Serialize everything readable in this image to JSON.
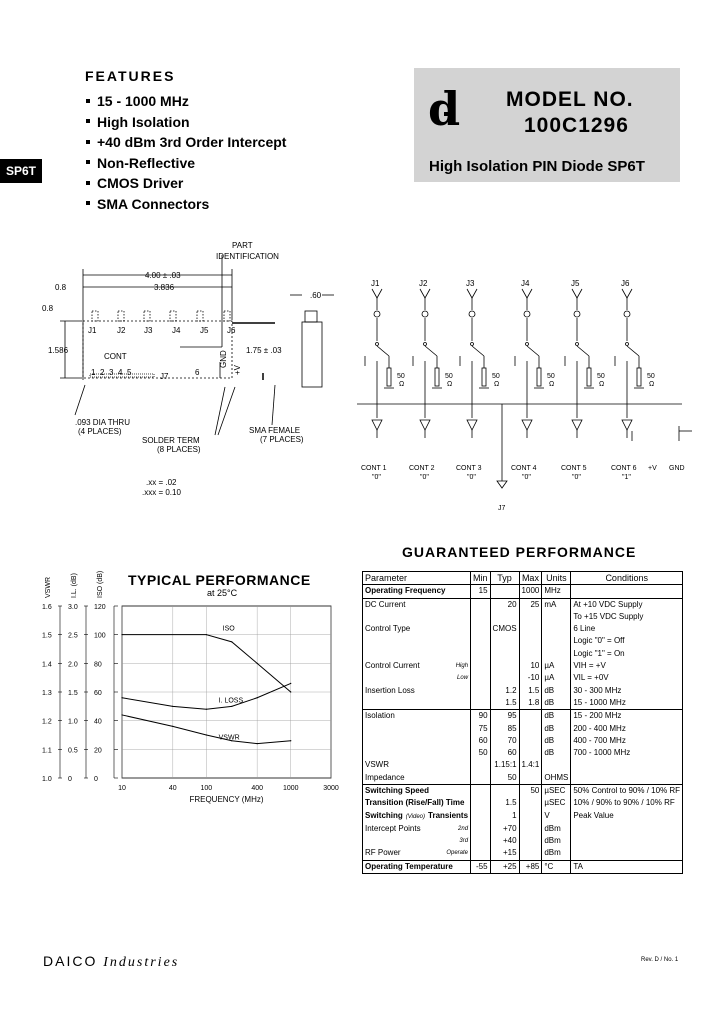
{
  "features": {
    "title": "FEATURES",
    "items": [
      "15 - 1000 MHz",
      "High Isolation",
      "+40 dBm 3rd Order Intercept",
      "Non-Reflective",
      "CMOS Driver",
      "SMA Connectors"
    ]
  },
  "side_tab": "SP6T",
  "model": {
    "logo": "d",
    "label": "MODEL NO.",
    "number": "100C1296",
    "description": "High Isolation PIN Diode SP6T"
  },
  "outline": {
    "dim_width": "4.00 ± .03",
    "dim_inner": "3.836",
    "dim_08": "0.8",
    "dim_08b": "0.8",
    "dim_1586": "1.586",
    "dim_175": "1.75 ± .03",
    "dim_60": ".60",
    "part_id": [
      "PART",
      "IDENTIFICATION"
    ],
    "ports": [
      "J1",
      "J2",
      "J3",
      "J4",
      "J5",
      "J6"
    ],
    "cont": "CONT",
    "cont_nums": [
      "1",
      "2",
      "3",
      "4",
      "5",
      "6"
    ],
    "j7": "J7",
    "gnd": "GND",
    "plusv": "+V",
    "dia_thru": [
      ".093 DIA THRU",
      "(4 PLACES)"
    ],
    "solder_term": [
      "SOLDER TERM",
      "(8 PLACES)"
    ],
    "sma_female": [
      "SMA FEMALE",
      "(7 PLACES)"
    ],
    "tol1": ".xx = .02",
    "tol2": ".xxx = 0.10"
  },
  "schematic": {
    "ports": [
      "J1",
      "J2",
      "J3",
      "J4",
      "J5",
      "J6"
    ],
    "res": "50",
    "ohm": "Ω",
    "conts": [
      {
        "label": "CONT 1",
        "val": "\"0\""
      },
      {
        "label": "CONT 2",
        "val": "\"0\""
      },
      {
        "label": "CONT 3",
        "val": "\"0\""
      },
      {
        "label": "CONT 4",
        "val": "\"0\""
      },
      {
        "label": "CONT 5",
        "val": "\"0\""
      },
      {
        "label": "CONT 6",
        "val": "\"1\""
      }
    ],
    "plusv": "+V",
    "gnd": "GND",
    "j7": "J7"
  },
  "chart_data": {
    "type": "line",
    "title": "TYPICAL PERFORMANCE",
    "subtitle": "at 25°C",
    "xlabel": "FREQUENCY (MHz)",
    "x_ticks": [
      "10",
      "40",
      "100",
      "400",
      "1000",
      "3000"
    ],
    "axis_names": [
      "VSWR",
      "I.L. (dB)",
      "ISO (dB)"
    ],
    "vswr_ticks": [
      "1.6",
      "1.5",
      "1.4",
      "1.3",
      "1.2",
      "1.1",
      "1.0"
    ],
    "il_ticks": [
      "3.0",
      "2.5",
      "2.0",
      "1.5",
      "1.0",
      "0.5",
      "0"
    ],
    "iso_ticks": [
      "120",
      "100",
      "80",
      "60",
      "40",
      "20",
      "0"
    ],
    "series": [
      {
        "name": "ISO",
        "x": [
          10,
          100,
          200,
          400,
          1000
        ],
        "y": [
          100,
          100,
          95,
          80,
          60
        ]
      },
      {
        "name": "I. LOSS",
        "x": [
          10,
          40,
          100,
          200,
          400,
          1000
        ],
        "y": [
          1.4,
          1.25,
          1.2,
          1.25,
          1.4,
          1.65
        ]
      },
      {
        "name": "VSWR",
        "x": [
          10,
          40,
          100,
          200,
          400,
          1000
        ],
        "y": [
          1.22,
          1.18,
          1.15,
          1.13,
          1.12,
          1.13
        ]
      }
    ],
    "grid": true
  },
  "guaranteed": {
    "title": "GUARANTEED PERFORMANCE",
    "headers": [
      "Parameter",
      "Min",
      "Typ",
      "Max",
      "Units",
      "Conditions"
    ],
    "rows": [
      {
        "sep": true,
        "bold": true,
        "p": "Operating Frequency",
        "q": "",
        "min": "15",
        "typ": "",
        "max": "1000",
        "u": "MHz",
        "c": ""
      },
      {
        "sep": true,
        "p": "DC Current",
        "q": "",
        "min": "",
        "typ": "20",
        "max": "25",
        "u": "mA",
        "c": "At +10 VDC Supply"
      },
      {
        "p": "",
        "q": "",
        "min": "",
        "typ": "",
        "max": "",
        "u": "",
        "c": "To +15 VDC Supply"
      },
      {
        "p": "Control Type",
        "q": "",
        "min": "",
        "typ": "CMOS",
        "max": "",
        "u": "",
        "c": "6 Line"
      },
      {
        "p": "",
        "q": "",
        "min": "",
        "typ": "",
        "max": "",
        "u": "",
        "c": "Logic \"0\" = Off"
      },
      {
        "p": "",
        "q": "",
        "min": "",
        "typ": "",
        "max": "",
        "u": "",
        "c": "Logic \"1\" = On"
      },
      {
        "p": "Control Current",
        "q": "High",
        "min": "",
        "typ": "",
        "max": "10",
        "u": "µA",
        "c": "VIH = +V"
      },
      {
        "p": "",
        "q": "Low",
        "min": "",
        "typ": "",
        "max": "-10",
        "u": "µA",
        "c": "VIL = +0V"
      },
      {
        "p": "Insertion Loss",
        "q": "",
        "min": "",
        "typ": "1.2",
        "max": "1.5",
        "u": "dB",
        "c": "30 - 300 MHz"
      },
      {
        "p": "",
        "q": "",
        "min": "",
        "typ": "1.5",
        "max": "1.8",
        "u": "dB",
        "c": "15 - 1000 MHz"
      },
      {
        "sep": true,
        "p": "Isolation",
        "q": "",
        "min": "90",
        "typ": "95",
        "max": "",
        "u": "dB",
        "c": "15 - 200 MHz"
      },
      {
        "p": "",
        "q": "",
        "min": "75",
        "typ": "85",
        "max": "",
        "u": "dB",
        "c": "200 - 400 MHz"
      },
      {
        "p": "",
        "q": "",
        "min": "60",
        "typ": "70",
        "max": "",
        "u": "dB",
        "c": "400 - 700 MHz"
      },
      {
        "p": "",
        "q": "",
        "min": "50",
        "typ": "60",
        "max": "",
        "u": "dB",
        "c": "700 - 1000 MHz"
      },
      {
        "p": "VSWR",
        "q": "",
        "min": "",
        "typ": "1.15:1",
        "max": "1.4:1",
        "u": "",
        "c": ""
      },
      {
        "p": "Impedance",
        "q": "",
        "min": "",
        "typ": "50",
        "max": "",
        "u": "OHMS",
        "c": ""
      },
      {
        "sep": true,
        "bold": true,
        "p": "Switching Speed",
        "q": "",
        "min": "",
        "typ": "",
        "max": "50",
        "u": "µSEC",
        "c": "50% Control to 90% / 10% RF"
      },
      {
        "bold": true,
        "p": "Transition (Rise/Fall) Time",
        "q": "",
        "min": "",
        "typ": "1.5",
        "max": "",
        "u": "µSEC",
        "c": "10% / 90% to 90% / 10% RF"
      },
      {
        "bold": true,
        "p": "Switching",
        "q": "(Video)",
        "p2": "Transients",
        "min": "",
        "typ": "1",
        "max": "",
        "u": "V",
        "c": "Peak Value"
      },
      {
        "p": "Intercept Points",
        "q": "2nd",
        "min": "",
        "typ": "+70",
        "max": "",
        "u": "dBm",
        "c": ""
      },
      {
        "p": "",
        "q": "3rd",
        "min": "",
        "typ": "+40",
        "max": "",
        "u": "dBm",
        "c": ""
      },
      {
        "p": "RF Power",
        "q": "Operate",
        "min": "",
        "typ": "+15",
        "max": "",
        "u": "dBm",
        "c": ""
      },
      {
        "sep": true,
        "bold": true,
        "p": "Operating Temperature",
        "q": "",
        "min": "-55",
        "typ": "+25",
        "max": "+85",
        "u": "°C",
        "c": "TA"
      }
    ]
  },
  "footer": {
    "brand": "DAICO",
    "brand2": "Industries",
    "rev": "Rev. D / No. 1"
  }
}
